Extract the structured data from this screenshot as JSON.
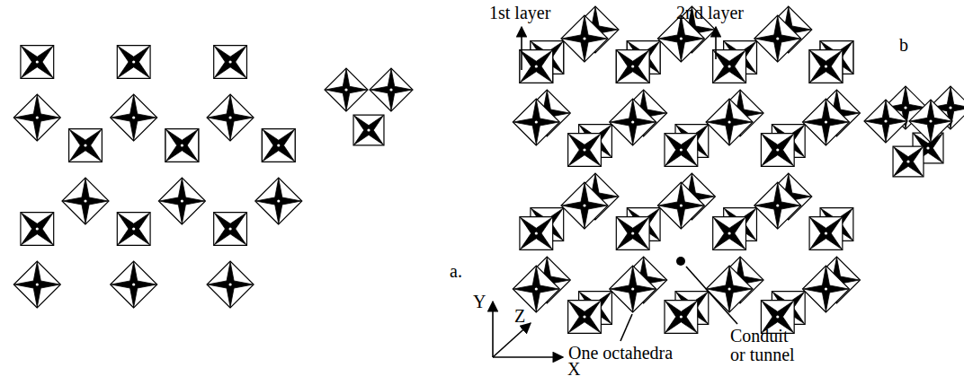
{
  "diagram": {
    "labels": [
      "a.",
      "1st layer",
      "2nd layer",
      "b",
      "Y",
      "Z",
      "X",
      "One octahedra",
      "Conduit or tunnel"
    ]
  }
}
